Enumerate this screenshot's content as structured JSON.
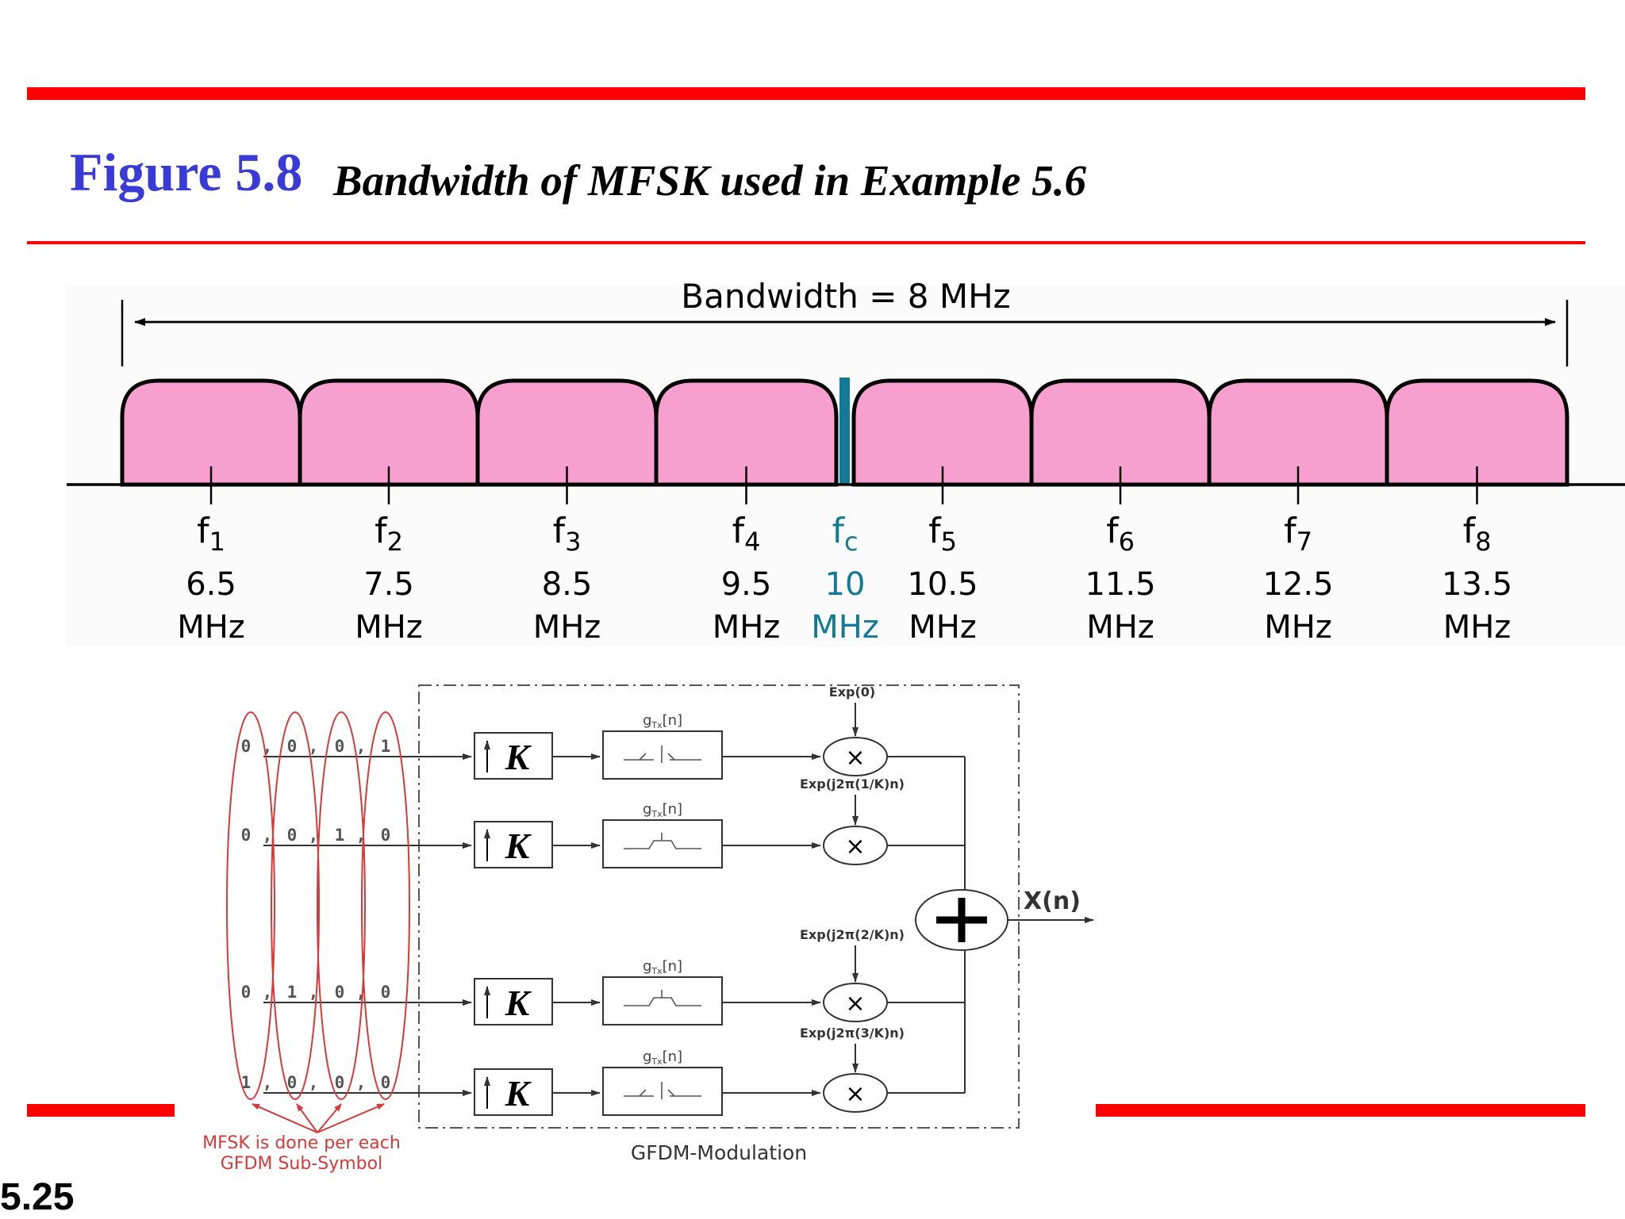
{
  "slide": {
    "figure_label": "Figure 5.8",
    "caption": "Bandwidth of MFSK used in Example 5.6",
    "page_number": "5.25",
    "accent_color": "#ff0000",
    "title_color": "#3a3ad6"
  },
  "spectrum": {
    "bandwidth_label": "Bandwidth = 8 MHz",
    "band_fill": "#f7a0cf",
    "carrier_color": "#127a96",
    "bands": [
      {
        "name": "f",
        "sub": "1",
        "value": "6.5",
        "unit": "MHz"
      },
      {
        "name": "f",
        "sub": "2",
        "value": "7.5",
        "unit": "MHz"
      },
      {
        "name": "f",
        "sub": "3",
        "value": "8.5",
        "unit": "MHz"
      },
      {
        "name": "f",
        "sub": "4",
        "value": "9.5",
        "unit": "MHz"
      },
      {
        "name": "f",
        "sub": "5",
        "value": "10.5",
        "unit": "MHz"
      },
      {
        "name": "f",
        "sub": "6",
        "value": "11.5",
        "unit": "MHz"
      },
      {
        "name": "f",
        "sub": "7",
        "value": "12.5",
        "unit": "MHz"
      },
      {
        "name": "f",
        "sub": "8",
        "value": "13.5",
        "unit": "MHz"
      }
    ],
    "carrier": {
      "name": "f",
      "sub": "c",
      "value": "10",
      "unit": "MHz"
    }
  },
  "gfdm": {
    "bit_groups": [
      [
        "0",
        ",",
        "0",
        ",",
        "0",
        ",",
        "1"
      ],
      [
        "0",
        ",",
        "0",
        ",",
        "1",
        ",",
        "0"
      ],
      [
        "0",
        ",",
        "1",
        ",",
        "0",
        ",",
        "0"
      ],
      [
        "1",
        ",",
        "0",
        ",",
        "0",
        ",",
        "0"
      ]
    ],
    "upsample_label": "K",
    "filter_label": "g",
    "filter_sub": "Tx",
    "filter_arg": "[n]",
    "exp_labels": [
      "Exp(0)",
      "Exp(j2π(1/K)n)",
      "Exp(j2π(2/K)n)",
      "Exp(j2π(3/K)n)"
    ],
    "multiply_symbol": "×",
    "output_label": "X(n)",
    "block_title": "GFDM-Modulation",
    "annotation_line1": "MFSK is done per each",
    "annotation_line2": "GFDM Sub-Symbol"
  }
}
